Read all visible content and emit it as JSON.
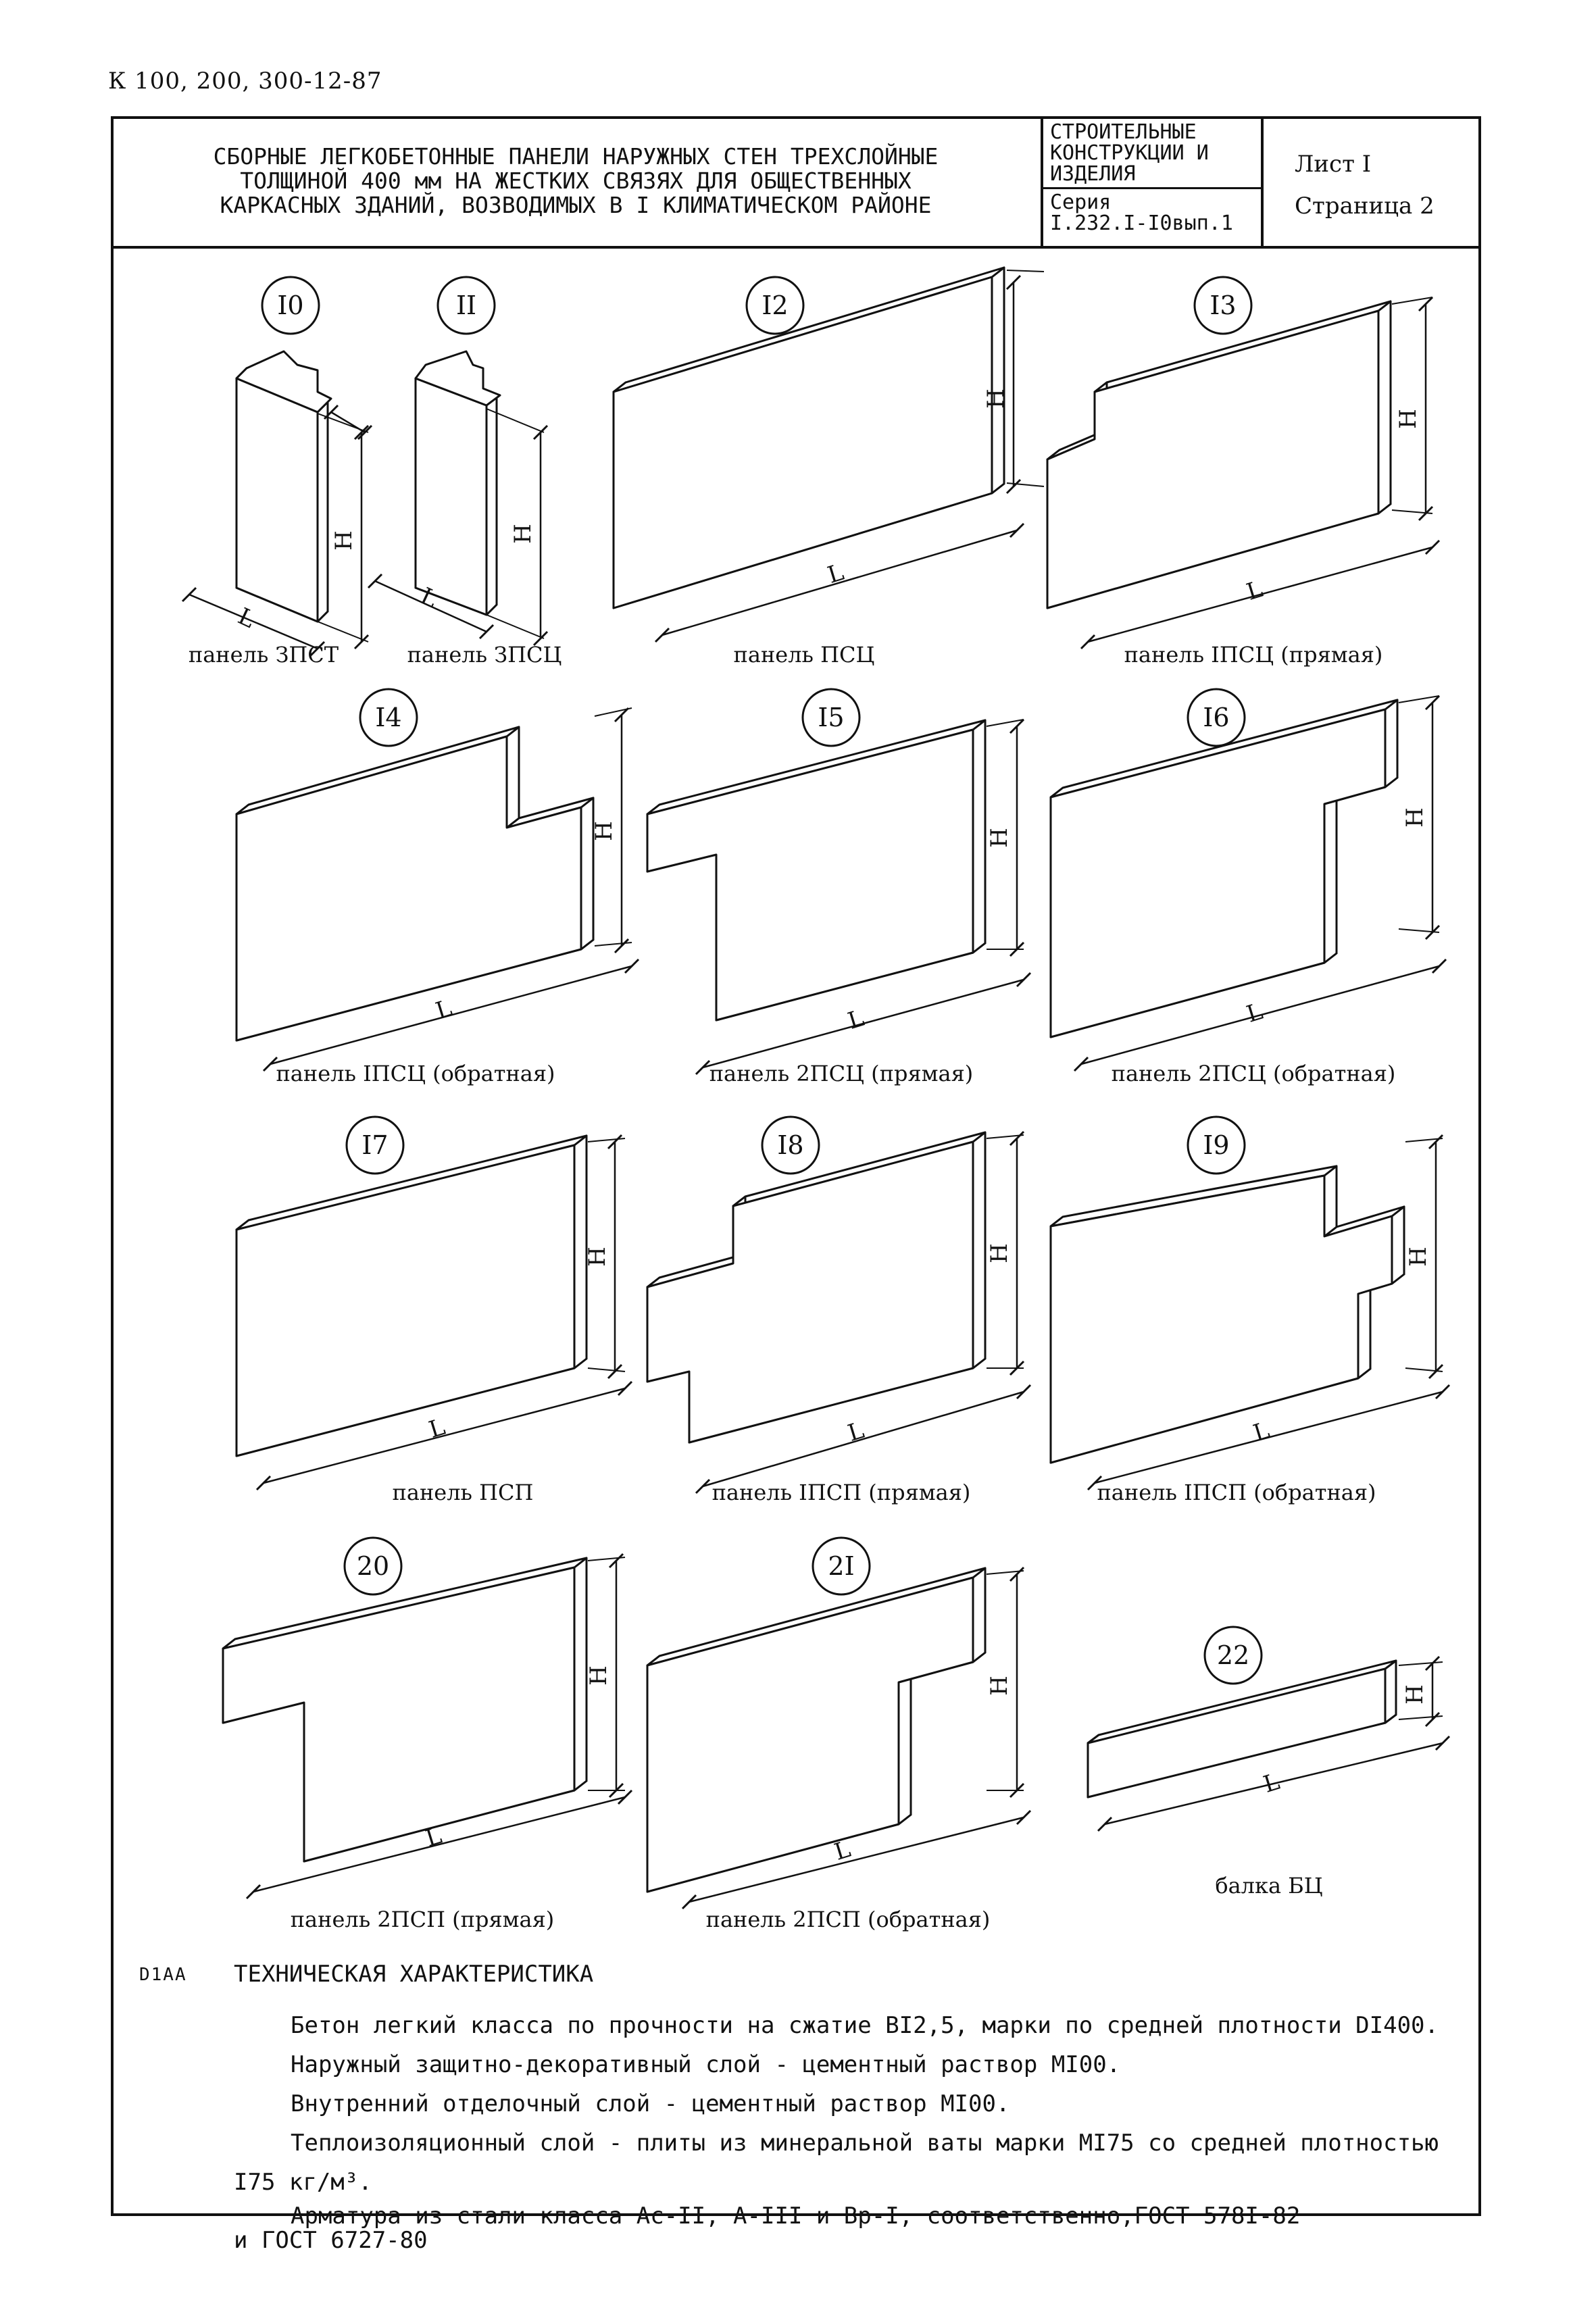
{
  "doc_code": "К 100, 200, 300-12-87",
  "title_block": {
    "title_lines": [
      "СБОРНЫЕ ЛЕГКОБЕТОННЫЕ ПАНЕЛИ НАРУЖНЫХ СТЕН ТРЕХСЛОЙНЫЕ",
      "ТОЛЩИНОЙ 400 мм НА ЖЕСТКИХ СВЯЗЯХ ДЛЯ ОБЩЕСТВЕННЫХ",
      "КАРКАСНЫХ ЗДАНИЙ, ВОЗВОДИМЫХ В I КЛИМАТИЧЕСКОМ РАЙОНЕ"
    ],
    "series_block": [
      "СТРОИТЕЛЬНЫЕ",
      "КОНСТРУКЦИИ И",
      "ИЗДЕЛИЯ",
      "Серия",
      "I.232.I-I0вып.1"
    ],
    "sheet": "Лист I",
    "page": "Страница 2"
  },
  "dimension_labels": {
    "height": "H",
    "length": "L"
  },
  "items": [
    {
      "num": "I0",
      "caption": "панель ЗПСТ"
    },
    {
      "num": "II",
      "caption": "панель ЗПСЦ"
    },
    {
      "num": "I2",
      "caption": "панель ПСЦ"
    },
    {
      "num": "I3",
      "caption": "панель IПСЦ (прямая)"
    },
    {
      "num": "I4",
      "caption": "панель IПСЦ (обратная)"
    },
    {
      "num": "I5",
      "caption": "панель 2ПСЦ (прямая)"
    },
    {
      "num": "I6",
      "caption": "панель 2ПСЦ (обратная)"
    },
    {
      "num": "I7",
      "caption": "панель ПСП"
    },
    {
      "num": "I8",
      "caption": "панель IПСП (прямая)"
    },
    {
      "num": "I9",
      "caption": "панель IПСП (обратная)"
    },
    {
      "num": "20",
      "caption": "панель 2ПСП (прямая)"
    },
    {
      "num": "2I",
      "caption": "панель 2ПСП (обратная)"
    },
    {
      "num": "22",
      "caption": "балка БЦ"
    }
  ],
  "spec": {
    "code": "D1AA",
    "title": "ТЕХНИЧЕСКАЯ ХАРАКТЕРИСТИКА",
    "lines": [
      "Бетон легкий класса по прочности на сжатие BI2,5, марки по средней плотности DI400.",
      "Наружный защитно-декоративный слой - цементный раствор MI00.",
      "Внутренний отделочный слой - цементный раствор MI00.",
      "Теплоизоляционный слой - плиты из минеральной ваты марки MI75 со средней плотностью",
      "I75 кг/м³.",
      "Арматура из стали класса Ас-II, А-III и Вр-I, соответственно,ГОСТ 578I-82",
      "и ГОСТ 6727-80"
    ]
  }
}
